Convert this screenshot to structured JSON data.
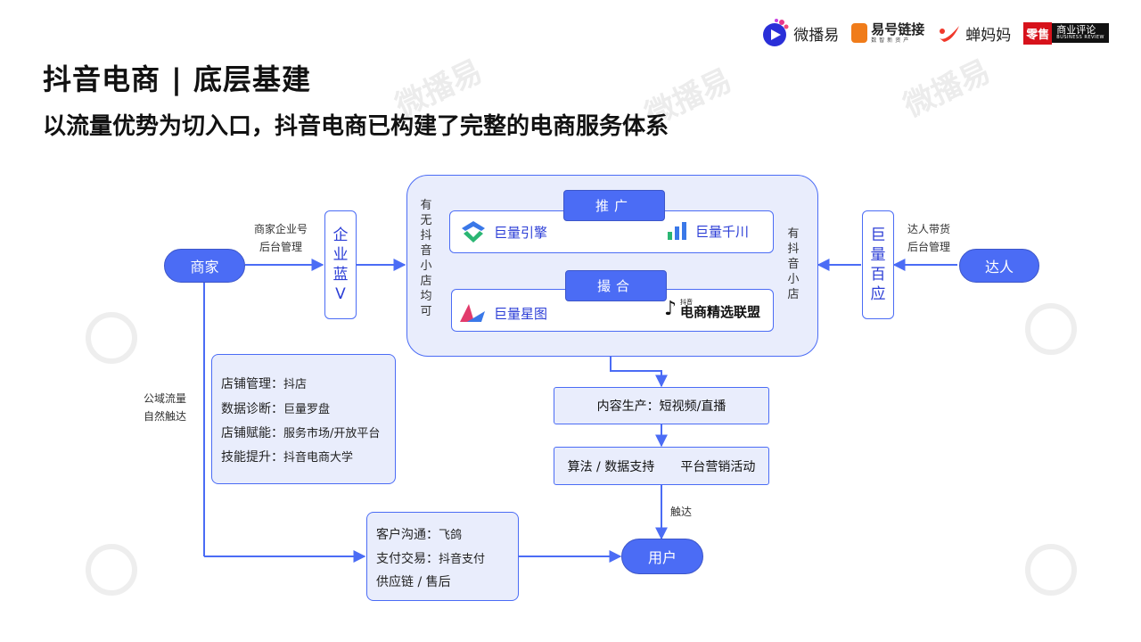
{
  "header": {
    "title": "抖音电商 | 底层基建",
    "subtitle": "以流量优势为切入口，抖音电商已构建了完整的电商服务体系"
  },
  "logos": {
    "weiboyi": "微播易",
    "yihao": "易号链接",
    "yihao_sub": "数智新资产",
    "chanmama": "蝉妈妈",
    "lingshou": "零售",
    "shangye": "商业评论",
    "shangye_en": "BUSINESS REVIEW"
  },
  "watermark": "微播易",
  "diagram": {
    "merchant": "商家",
    "talent": "达人",
    "user": "用户",
    "enterprise_blue": [
      "企",
      "业",
      "蓝",
      "V"
    ],
    "juliang_baiying": [
      "巨",
      "量",
      "百",
      "应"
    ],
    "label_merchant_backend": [
      "商家企业号",
      "后台管理"
    ],
    "label_talent_backend": [
      "达人带货",
      "后台管理"
    ],
    "label_public_traffic": [
      "公域流量",
      "自然触达"
    ],
    "label_reach": "触达",
    "left_vertical": [
      "有",
      "无",
      "抖",
      "音",
      "小",
      "店",
      "均",
      "可"
    ],
    "right_vertical": [
      "有",
      "抖",
      "音",
      "小",
      "店"
    ],
    "promote_tag": "推广",
    "match_tag": "撮合",
    "juliang_yinqing": "巨量引擎",
    "juliang_qianchuan": "巨量千川",
    "juliang_xingtu": "巨量星图",
    "douyin_small": "抖音",
    "jingxuan_lianmeng": "电商精选联盟",
    "store_card": [
      {
        "key": "店铺管理：",
        "val": "抖店"
      },
      {
        "key": "数据诊断：",
        "val": "巨量罗盘"
      },
      {
        "key": "店铺赋能：",
        "val": "服务市场/开放平台"
      },
      {
        "key": "技能提升：",
        "val": "抖音电商大学"
      }
    ],
    "content_production": "内容生产：短视频/直播",
    "algorithm_support": "算法 / 数据支持",
    "platform_marketing": "平台营销活动",
    "service_card": [
      {
        "key": "客户沟通：",
        "val": "飞鸽"
      },
      {
        "key": "支付交易：",
        "val": "抖音支付"
      },
      {
        "key": "供应链 / 售后",
        "val": ""
      }
    ]
  },
  "colors": {
    "accent": "#4b6cf5",
    "light_fill": "#e9edfc",
    "text_blue": "#2b3dd6"
  }
}
